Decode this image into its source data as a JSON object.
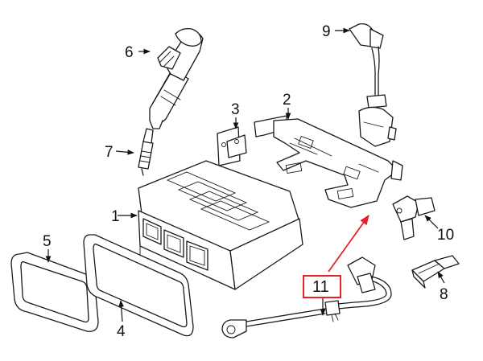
{
  "callouts": {
    "c1": "1",
    "c2": "2",
    "c3": "3",
    "c4": "4",
    "c5": "5",
    "c6": "6",
    "c7": "7",
    "c8": "8",
    "c9": "9",
    "c10": "10",
    "c11": "11"
  },
  "highlight": {
    "color": "#e8202a"
  },
  "line_color": "#1a1a1a"
}
